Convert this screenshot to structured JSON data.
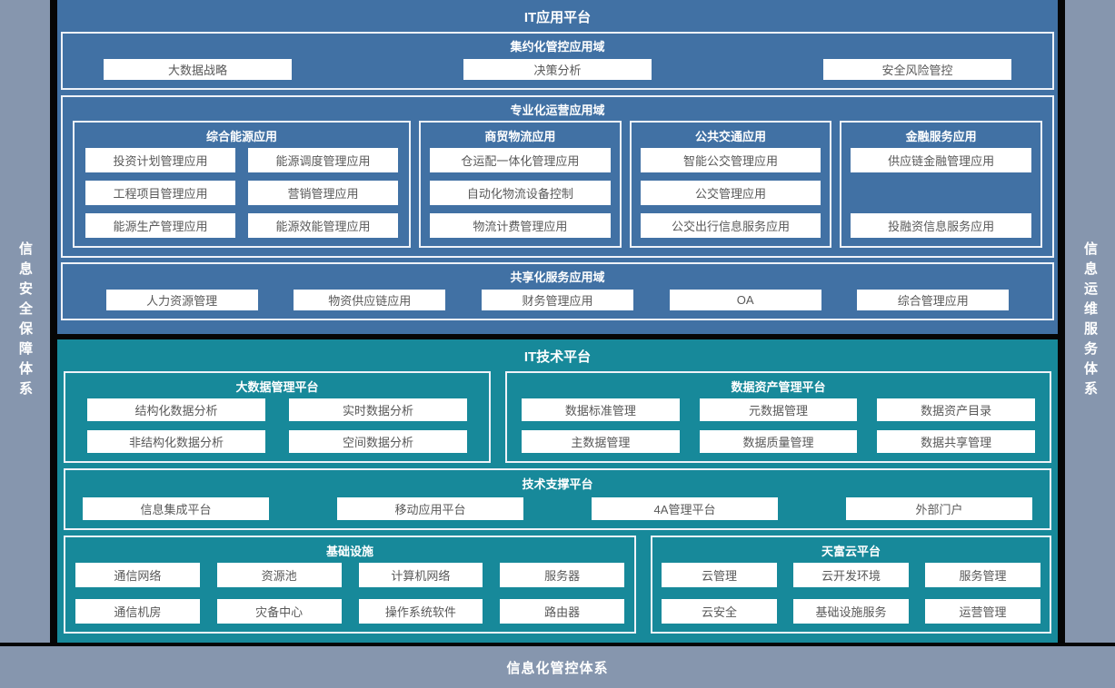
{
  "colors": {
    "blue": "#4171a4",
    "teal": "#17899a",
    "gray": "#8696ae",
    "box_text": "#595959",
    "frame": "#060606"
  },
  "left_sidebar": {
    "label": "信息安全保障体系"
  },
  "right_sidebar": {
    "label": "信息运维服务体系"
  },
  "bottom_bar": {
    "label": "信息化管控体系"
  },
  "app_platform": {
    "title": "IT应用平台",
    "domains": [
      {
        "title": "集约化管控应用域",
        "items": [
          "大数据战略",
          "决策分析",
          "安全风险管控"
        ]
      },
      {
        "title": "专业化运营应用域",
        "groups": [
          {
            "title": "综合能源应用",
            "items": [
              "投资计划管理应用",
              "能源调度管理应用",
              "工程项目管理应用",
              "营销管理应用",
              "能源生产管理应用",
              "能源效能管理应用"
            ]
          },
          {
            "title": "商贸物流应用",
            "items": [
              "仓运配一体化管理应用",
              "自动化物流设备控制",
              "物流计费管理应用"
            ]
          },
          {
            "title": "公共交通应用",
            "items": [
              "智能公交管理应用",
              "公交管理应用",
              "公交出行信息服务应用"
            ]
          },
          {
            "title": "金融服务应用",
            "items": [
              "供应链金融管理应用",
              "投融资信息服务应用"
            ]
          }
        ]
      },
      {
        "title": "共享化服务应用域",
        "items": [
          "人力资源管理",
          "物资供应链应用",
          "财务管理应用",
          "OA",
          "综合管理应用"
        ]
      }
    ]
  },
  "tech_platform": {
    "title": "IT技术平台",
    "groups": [
      {
        "title": "大数据管理平台",
        "items": [
          "结构化数据分析",
          "实时数据分析",
          "非结构化数据分析",
          "空间数据分析"
        ]
      },
      {
        "title": "数据资产管理平台",
        "items": [
          "数据标准管理",
          "元数据管理",
          "数据资产目录",
          "主数据管理",
          "数据质量管理",
          "数据共享管理"
        ]
      },
      {
        "title": "技术支撑平台",
        "items": [
          "信息集成平台",
          "移动应用平台",
          "4A管理平台",
          "外部门户"
        ]
      },
      {
        "title": "基础设施",
        "items": [
          "通信网络",
          "资源池",
          "计算机网络",
          "服务器",
          "通信机房",
          "灾备中心",
          "操作系统软件",
          "路由器"
        ]
      },
      {
        "title": "天富云平台",
        "items": [
          "云管理",
          "云开发环境",
          "服务管理",
          "云安全",
          "基础设施服务",
          "运营管理"
        ]
      }
    ]
  }
}
